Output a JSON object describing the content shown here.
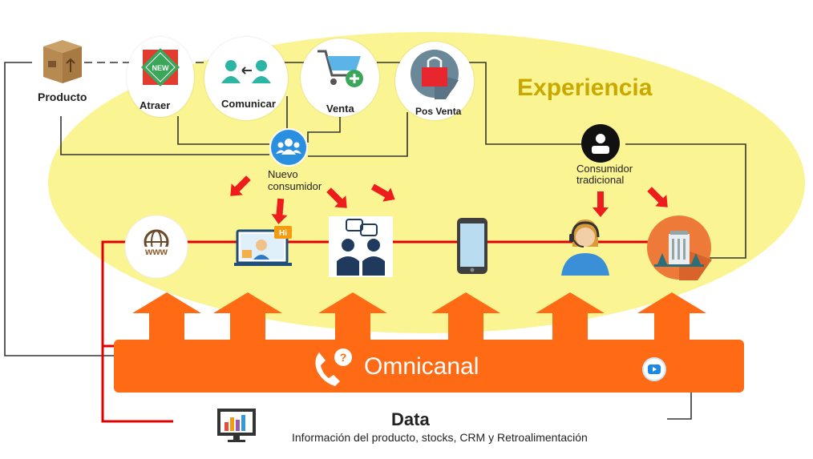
{
  "diagram": {
    "producto": {
      "label": "Producto"
    },
    "steps": [
      {
        "id": "atraer",
        "label": "Atraer",
        "badge": "NEW"
      },
      {
        "id": "comunicar",
        "label": "Comunicar"
      },
      {
        "id": "venta",
        "label": "Venta"
      },
      {
        "id": "posventa",
        "label": "Pos Venta"
      }
    ],
    "experiencia": "Experiencia",
    "nuevo_consumidor": {
      "line1": "Nuevo",
      "line2": "consumidor"
    },
    "consumidor_tradicional": {
      "line1": "Consumidor",
      "line2": "tradicional"
    },
    "channel_icons": [
      "www",
      "Hi"
    ],
    "omnicanal": "Omnicanal",
    "data": {
      "title": "Data",
      "subtitle": "Información del producto, stocks, CRM y Retroalimentación"
    },
    "colors": {
      "ellipse": "#fbf492",
      "orange": "#ff6a14",
      "red_line": "#e00000",
      "arrow_red": "#ee1c1c",
      "gold_text": "#c9a800"
    }
  }
}
